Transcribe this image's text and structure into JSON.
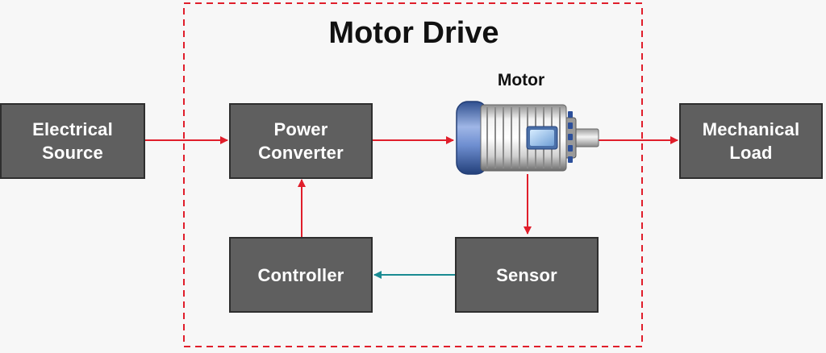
{
  "diagram": {
    "title": "Motor Drive",
    "motor_label": "Motor",
    "blocks": {
      "electrical_source": [
        "Electrical",
        "Source"
      ],
      "power_converter": [
        "Power",
        "Converter"
      ],
      "mechanical_load": [
        "Mechanical",
        "Load"
      ],
      "controller": [
        "Controller"
      ],
      "sensor": [
        "Sensor"
      ]
    },
    "colors": {
      "block_fill": "#5f5f5f",
      "block_border": "#2e2e2e",
      "power_flow_arrow": "#e01e2b",
      "signal_arrow": "#1a8b92",
      "boundary": "#e01e2b",
      "motor_endcap": "#5b7fc4"
    },
    "icons": {
      "motor": "electric-motor-icon"
    }
  }
}
